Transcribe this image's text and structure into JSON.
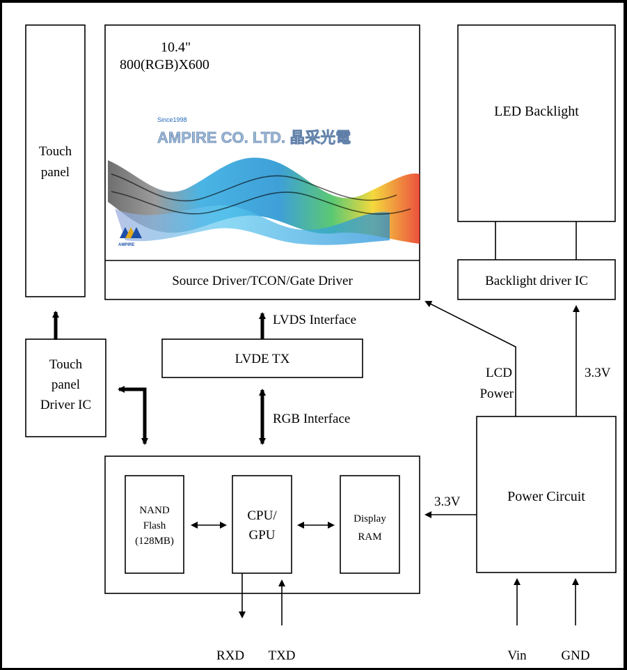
{
  "lcd": {
    "size": "10.4\"",
    "resolution": "800(RGB)X600",
    "logo_since": "Since1998",
    "logo_company": "AMPIRE CO. LTD. 晶采光電",
    "logo_mark": "AMPIRE",
    "driver_label": "Source Driver/TCON/Gate Driver"
  },
  "touch_panel": {
    "line1": "Touch",
    "line2": "panel"
  },
  "touch_driver": {
    "line1": "Touch",
    "line2": "panel",
    "line3": "Driver IC"
  },
  "led_backlight": {
    "label": "LED Backlight"
  },
  "backlight_driver": {
    "label": "Backlight driver IC"
  },
  "lvde_tx": {
    "label": "LVDE TX"
  },
  "lvds_interface": {
    "label": "LVDS Interface"
  },
  "rgb_interface": {
    "label": "RGB Interface"
  },
  "nand": {
    "line1": "NAND",
    "line2": "Flash",
    "line3": "(128MB)"
  },
  "cpu": {
    "line1": "CPU/",
    "line2": "GPU"
  },
  "display_ram": {
    "line1": "Display",
    "line2": "RAM"
  },
  "power_circuit": {
    "label": "Power Circuit"
  },
  "lcd_power": {
    "line1": "LCD",
    "line2": "Power"
  },
  "volt_backlight": {
    "label": "3.3V"
  },
  "volt_system": {
    "label": "3.3V"
  },
  "signals": {
    "rxd": "RXD",
    "txd": "TXD",
    "vin": "Vin",
    "gnd": "GND"
  },
  "colors": {
    "line": "#000000",
    "background": "#ffffff"
  }
}
